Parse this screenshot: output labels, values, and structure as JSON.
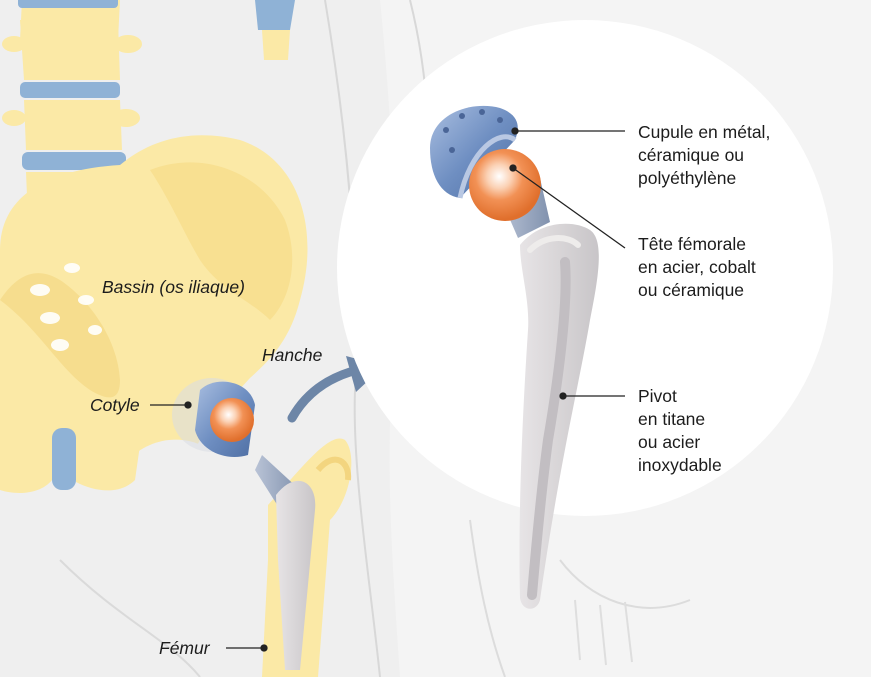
{
  "labels": {
    "bassin": "Bassin (os iliaque)",
    "hanche": "Hanche",
    "cotyle": "Cotyle",
    "femur": "Fémur",
    "cupule": [
      "Cupule en métal,",
      "céramique ou",
      "polyéthylène"
    ],
    "tete": [
      "Tête fémorale",
      "en acier, cobalt",
      "ou céramique"
    ],
    "pivot": [
      "Pivot",
      "en titane",
      "ou acier",
      "inoxydable"
    ]
  },
  "colors": {
    "bone": "#fbe9a6",
    "bone_shade": "#f3d57f",
    "disc": "#8fb2d6",
    "body_outline": "#d3d3d3",
    "background_body": "#f2f2f2",
    "cup_metal": "#6f8fc2",
    "head_ceramic": "#f08a4b",
    "stem": "#d9d6d8",
    "neck_metal": "#98a6bf",
    "arrow": "#6d86a7",
    "text": "#1c1c1c"
  }
}
